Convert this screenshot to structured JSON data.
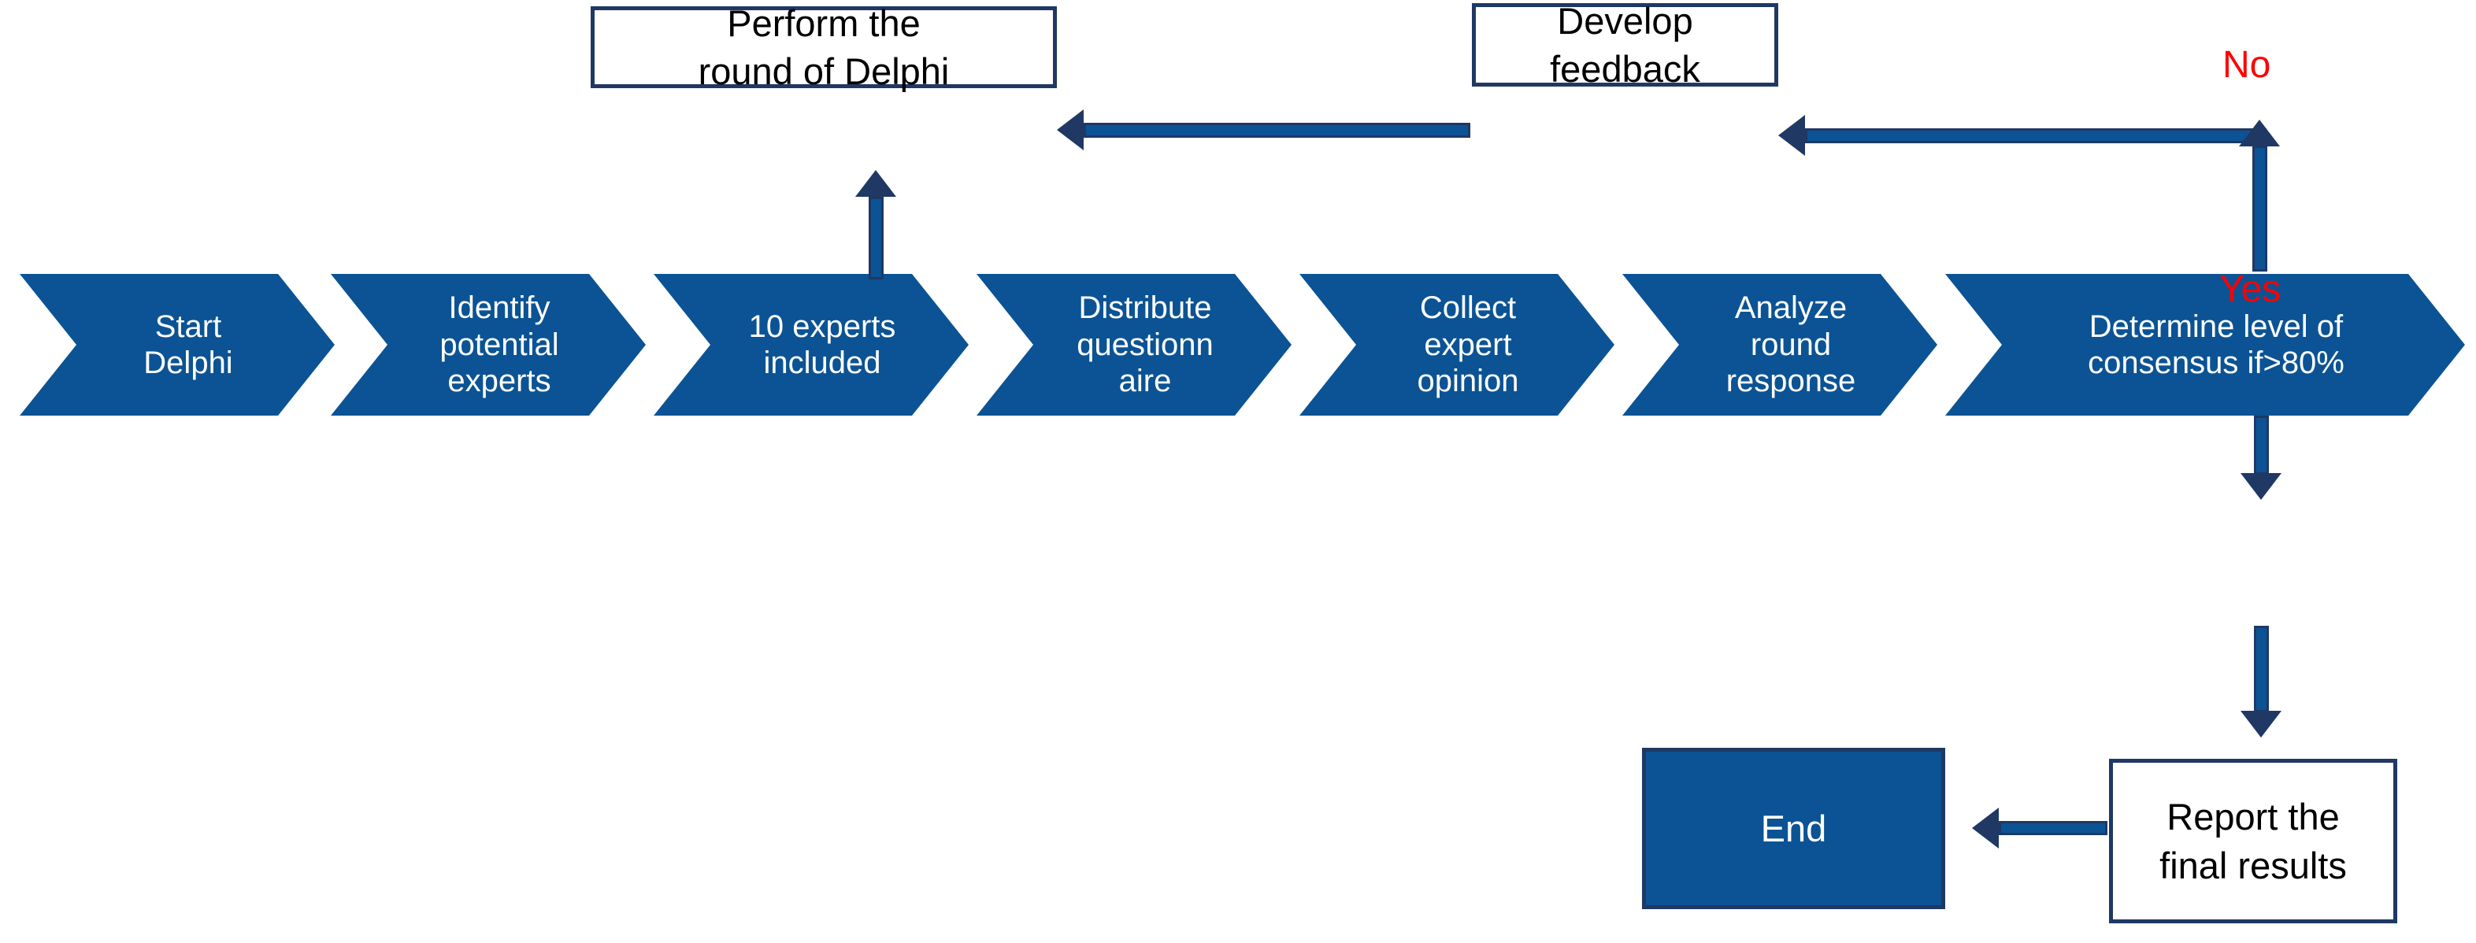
{
  "diagram": {
    "title": "Delphi study process flowchart",
    "colors": {
      "chevron_fill": "#0B5394",
      "box_border": "#1F3864",
      "box_fill": "#FFFFFF",
      "end_fill": "#0B5394",
      "decision_label": "#FF0000",
      "chevron_text": "#FFFFFF",
      "box_text": "#000000"
    },
    "process_steps": [
      {
        "id": "start-delphi",
        "label": "Start\nDelphi"
      },
      {
        "id": "identify-experts",
        "label": "Identify\npotential\nexperts"
      },
      {
        "id": "experts-included",
        "label": "10 experts\nincluded"
      },
      {
        "id": "distribute",
        "label": "Distribute\nquestionn\naire"
      },
      {
        "id": "collect-opinion",
        "label": "Collect\nexpert\nopinion"
      },
      {
        "id": "analyze-response",
        "label": "Analyze\nround\nresponse"
      },
      {
        "id": "determine-consensus",
        "label": "Determine level of\nconsensus if>80%"
      }
    ],
    "boxes": [
      {
        "id": "perform-round",
        "label": "Perform the\nround of Delphi",
        "filled": false
      },
      {
        "id": "develop-feedback",
        "label": "Develop\nfeedback",
        "filled": false
      },
      {
        "id": "report-results",
        "label": "Report the\nfinal results",
        "filled": false
      },
      {
        "id": "end",
        "label": "End",
        "filled": true
      }
    ],
    "decision_labels": [
      {
        "id": "no",
        "text": "No"
      },
      {
        "id": "yes",
        "text": "Yes"
      }
    ]
  }
}
